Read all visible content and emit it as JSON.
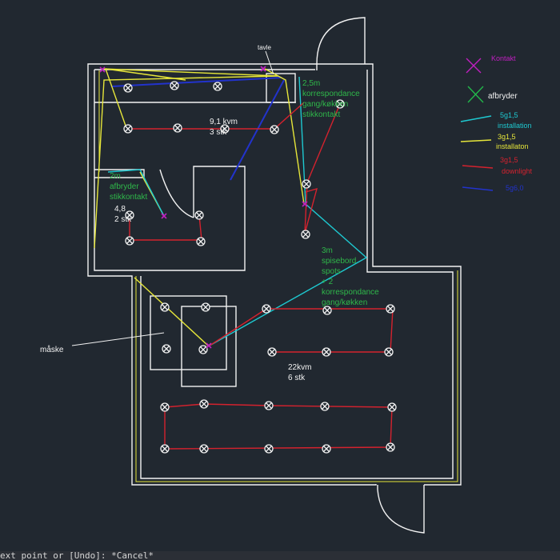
{
  "colors": {
    "background": "#212830",
    "wall": "#f2f2f2",
    "kontakt": "#c11fc1",
    "afbryder": "#22b84a",
    "cable_5g15": "#1ec8d0",
    "cable_3g15_installation": "#e6e63a",
    "cable_3g15_downlight": "#d4222e",
    "cable_5g6": "#2233cc",
    "note_green": "#2fb84a",
    "note_white": "#f2f2f2",
    "leader_white": "#f2f2f2"
  },
  "legend": {
    "kontakt": "Kontakt",
    "afbryder": "afbryder",
    "cable_5g15_line1": "5g1,5",
    "cable_5g15_line2": "installation",
    "cable_3g15_line1": "3g1,5",
    "cable_3g15_line2": "installaton",
    "downlight_line1": "3g1,5",
    "downlight_line2": "downlight",
    "cable_5g6": "5g6,0"
  },
  "labels": {
    "tavle": "tavle",
    "note_top_1": "2,5m",
    "note_top_2": "korrespondance",
    "note_top_3": "gang/køkken",
    "note_top_4": "stikkontakt",
    "area_kitchen_1": "9,1 kvm",
    "area_kitchen_2": "3 stk",
    "note_left_1": "2m",
    "note_left_2": "afbryder",
    "note_left_3": "stikkontakt",
    "area_small_1": "4,8",
    "area_small_2": "2 stk",
    "note_mid_1": "3m",
    "note_mid_2": "spisebord",
    "note_mid_3": "spots",
    "note_mid_4": "+ 2",
    "note_mid_5": "korrespondance",
    "note_mid_6": "gang/køkken",
    "maaske": "måske",
    "area_living_1": "22kvm",
    "area_living_2": "6 stk"
  },
  "command_line": "ext point or [Undo]: *Cancel*"
}
